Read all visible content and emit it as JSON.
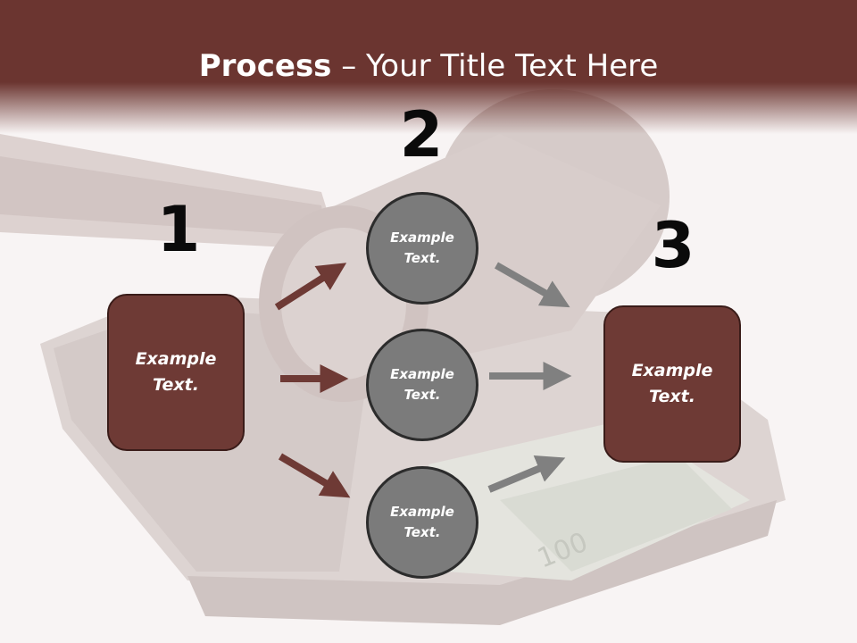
{
  "title": {
    "bold": "Process",
    "rest": " – Your Title Text Here"
  },
  "steps": {
    "one": "1",
    "two": "2",
    "three": "3"
  },
  "left_box": {
    "text": "Example Text."
  },
  "right_box": {
    "text": "Example Text."
  },
  "circles": [
    {
      "text": "Example Text."
    },
    {
      "text": "Example Text."
    },
    {
      "text": "Example Text."
    }
  ],
  "colors": {
    "header": "#6b3530",
    "box_fill": "#6e3a35",
    "circle_fill": "#7b7b7b",
    "arrow_left": "#6e3a35",
    "arrow_right": "#808080"
  }
}
